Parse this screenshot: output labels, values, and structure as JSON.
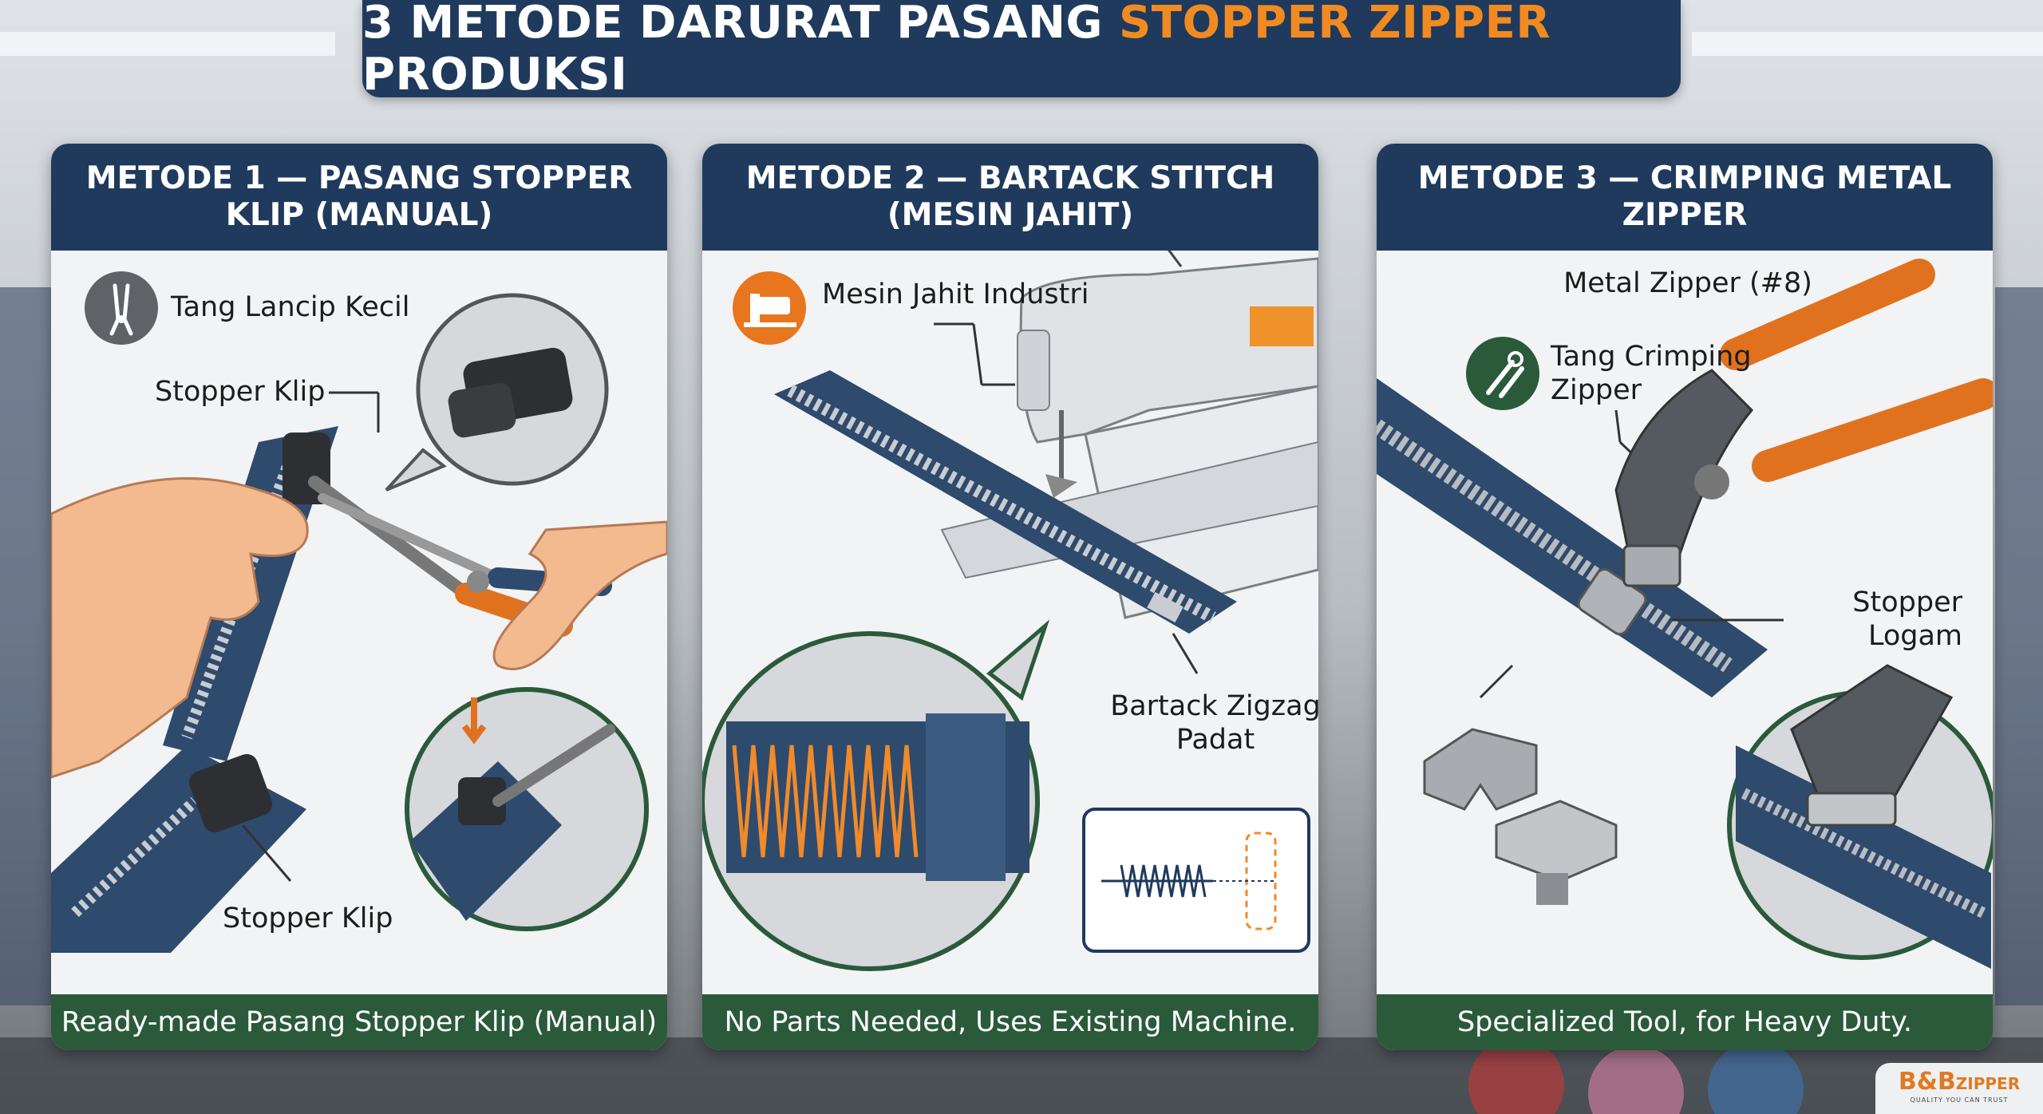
{
  "title": {
    "prefix": "3 METODE DARURAT PASANG",
    "accent": "STOPPER ZIPPER",
    "suffix": "PRODUKSI"
  },
  "colors": {
    "navy": "#1f3a5c",
    "orange": "#f28a22",
    "green": "#2a5a3a",
    "zipper": "#2e4a6d"
  },
  "methods": [
    {
      "heading": "METODE 1 — PASANG STOPPER KLIP (MANUAL)",
      "tool_icon": "pliers-icon",
      "labels": {
        "tool": "Tang Lancip Kecil",
        "part_top": "Stopper Klip",
        "part_bottom": "Stopper Klip"
      },
      "footer": "Ready-made Pasang Stopper Klip (Manual)"
    },
    {
      "heading": "METODE 2 — BARTACK STITCH (MESIN JAHIT)",
      "tool_icon": "sewing-machine-icon",
      "labels": {
        "tool": "Mesin Jahit Industri",
        "stitch": "Bartack Zigzag Padat"
      },
      "footer": "No Parts Needed, Uses Existing Machine."
    },
    {
      "heading": "METODE 3 — CRIMPING METAL ZIPPER",
      "tool_icon": "crimping-tool-icon",
      "labels": {
        "zipper": "Metal Zipper (#8)",
        "tool": "Tang Crimping Zipper",
        "part": "Stopper Logam"
      },
      "footer": "Specialized Tool, for Heavy Duty."
    }
  ],
  "logo": {
    "brand": "B&B",
    "brand_suffix": "ZIPPER",
    "tagline": "QUALITY YOU CAN TRUST"
  }
}
